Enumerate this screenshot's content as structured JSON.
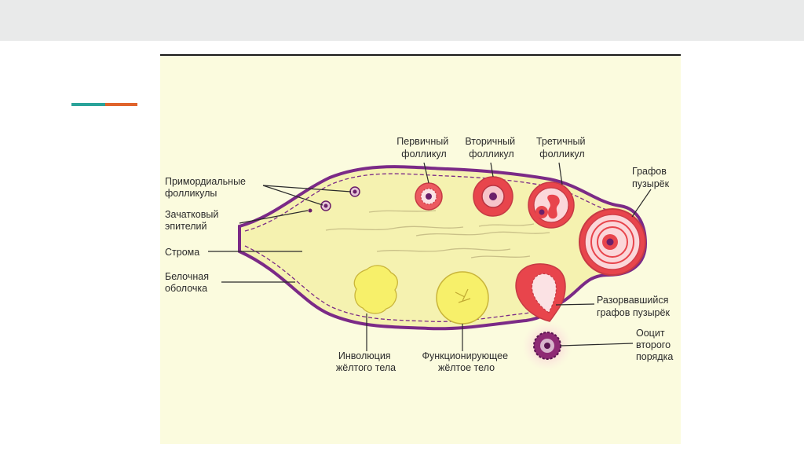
{
  "slide": {
    "accent_colors": [
      "#2aa39a",
      "#e0642c"
    ]
  },
  "diagram": {
    "colors": {
      "background": "#fbfbde",
      "membrane": "#7b2a87",
      "stroma": "#f5f2b0",
      "follicle": "#e8454c",
      "corpus_luteum": "#f7f06a",
      "oocyte": "#6a1f6a"
    },
    "labels": {
      "primordial": [
        "Примордиальные",
        "фолликулы"
      ],
      "germinal_epithelium": [
        "Зачатковый",
        "эпителий"
      ],
      "stroma": "Строма",
      "tunica": [
        "Белочная",
        "оболочка"
      ],
      "primary": [
        "Первичный",
        "фолликул"
      ],
      "secondary": [
        "Вторичный",
        "фолликул"
      ],
      "tertiary": [
        "Третичный",
        "фолликул"
      ],
      "graafian": [
        "Графов",
        "пузырёк"
      ],
      "ruptured": [
        "Разорвавшийся",
        "графов пузырёк"
      ],
      "oocyte": [
        "Ооцит",
        "второго",
        "порядка"
      ],
      "involution": [
        "Инволюция",
        "жёлтого тела"
      ],
      "functioning": [
        "Функционирующее",
        "жёлтое тело"
      ]
    }
  }
}
